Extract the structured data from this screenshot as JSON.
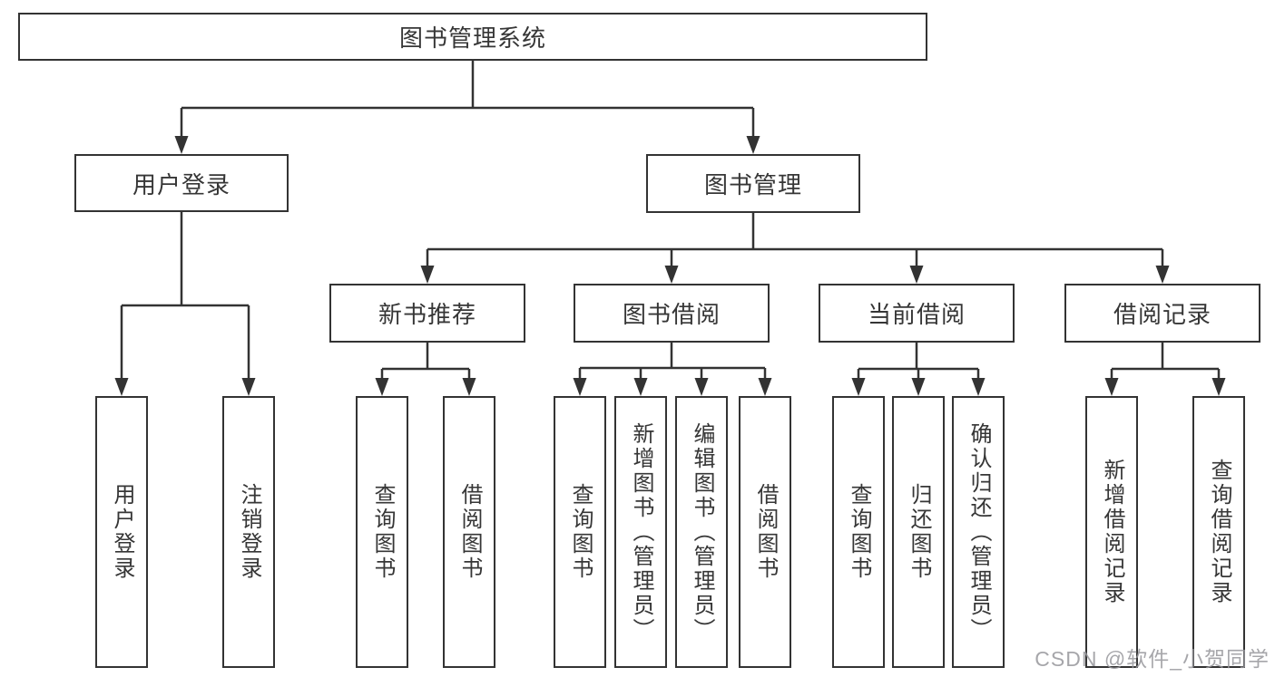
{
  "tree": {
    "root": {
      "label": "图书管理系统",
      "children": [
        {
          "label": "用户登录",
          "children": [
            {
              "label": "用户登录"
            },
            {
              "label": "注销登录"
            }
          ]
        },
        {
          "label": "图书管理",
          "children": [
            {
              "label": "新书推荐",
              "children": [
                {
                  "label": "查询图书"
                },
                {
                  "label": "借阅图书"
                }
              ]
            },
            {
              "label": "图书借阅",
              "children": [
                {
                  "label": "查询图书"
                },
                {
                  "label": "新增图书（管理员）"
                },
                {
                  "label": "编辑图书（管理员）"
                },
                {
                  "label": "借阅图书"
                }
              ]
            },
            {
              "label": "当前借阅",
              "children": [
                {
                  "label": "查询图书"
                },
                {
                  "label": "归还图书"
                },
                {
                  "label": "确认归还（管理员）"
                }
              ]
            },
            {
              "label": "借阅记录",
              "children": [
                {
                  "label": "新增借阅记录"
                },
                {
                  "label": "查询借阅记录"
                }
              ]
            }
          ]
        }
      ]
    }
  },
  "watermark": "CSDN @软件_小贺同学",
  "colors": {
    "line": "#333333",
    "node_border": "#333333",
    "text": "#363636",
    "background": "#ffffff",
    "watermark": "#9b9b9f"
  }
}
